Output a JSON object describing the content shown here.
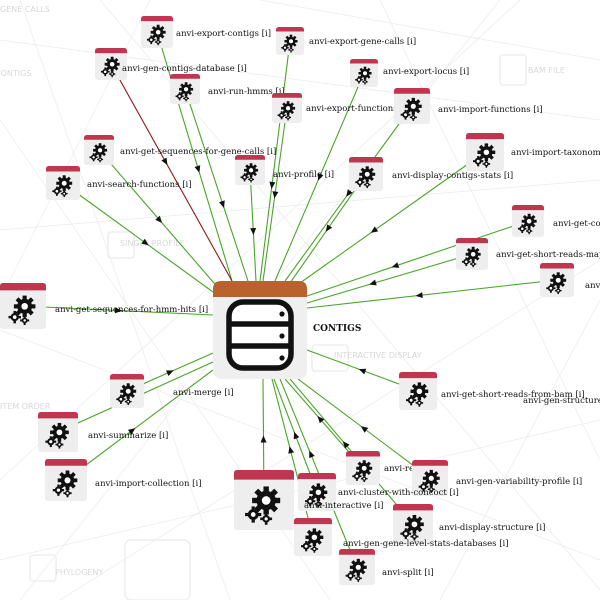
{
  "center": {
    "label": "CONTIGS",
    "icon": "database-icon"
  },
  "background_labels": [
    "CONTIGS",
    "BAM FILE",
    "SINGLE PROFILE",
    "INTERACTIVE DISPLAY",
    "ITEM ORDER",
    "PHYLOGENY",
    "GENE CALLS"
  ],
  "programs": [
    {
      "label": "anvi-export-contigs [i]",
      "icon": "gears-icon"
    },
    {
      "label": "anvi-export-gene-calls [i]",
      "icon": "gears-icon"
    },
    {
      "label": "anvi-gen-contigs-database [i]",
      "icon": "gears-icon"
    },
    {
      "label": "anvi-export-locus [i]",
      "icon": "gears-icon"
    },
    {
      "label": "anvi-run-hmms [i]",
      "icon": "gears-icon"
    },
    {
      "label": "anvi-export-functions [i]",
      "icon": "gears-icon"
    },
    {
      "label": "anvi-import-functions [i]",
      "icon": "gears-icon"
    },
    {
      "label": "anvi-get-sequences-for-gene-calls [i]",
      "icon": "gears-icon"
    },
    {
      "label": "anvi-import-taxonomy",
      "icon": "gears-icon"
    },
    {
      "label": "anvi-profile [i]",
      "icon": "gears-icon"
    },
    {
      "label": "anvi-display-contigs-stats [i]",
      "icon": "gears-icon"
    },
    {
      "label": "anvi-search-functions [i]",
      "icon": "gears-icon"
    },
    {
      "label": "anvi-get-co",
      "icon": "gears-icon"
    },
    {
      "label": "anvi-get-short-reads-mapp",
      "icon": "gears-icon"
    },
    {
      "label": "anvi-get-sequences-for-hmm-hits [i]",
      "icon": "gears-icon"
    },
    {
      "label": "anvi-merge [i]",
      "icon": "gears-icon"
    },
    {
      "label": "anvi-get-short-reads-from-bam [i]",
      "icon": "gears-icon"
    },
    {
      "label": "anvi-gen-structure",
      "icon": "gears-icon"
    },
    {
      "label": "anvi-summarize [i]",
      "icon": "gears-icon"
    },
    {
      "label": "anvi-refine [i]",
      "icon": "gears-icon"
    },
    {
      "label": "anvi-gen-variability-profile [i]",
      "icon": "gears-icon"
    },
    {
      "label": "anvi-import-collection [i]",
      "icon": "gears-icon"
    },
    {
      "label": "anvi-cluster-with-concoct [i]",
      "icon": "gears-icon"
    },
    {
      "label": "anvi-interactive [i]",
      "icon": "gears-icon"
    },
    {
      "label": "anvi-display-structure [i]",
      "icon": "gears-icon"
    },
    {
      "label": "anvi-gen-gene-level-stats-databases [i]",
      "icon": "gears-icon"
    },
    {
      "label": "anvi-split [i]",
      "icon": "gears-icon"
    },
    {
      "label": "anvi-",
      "icon": "gears-icon"
    }
  ]
}
